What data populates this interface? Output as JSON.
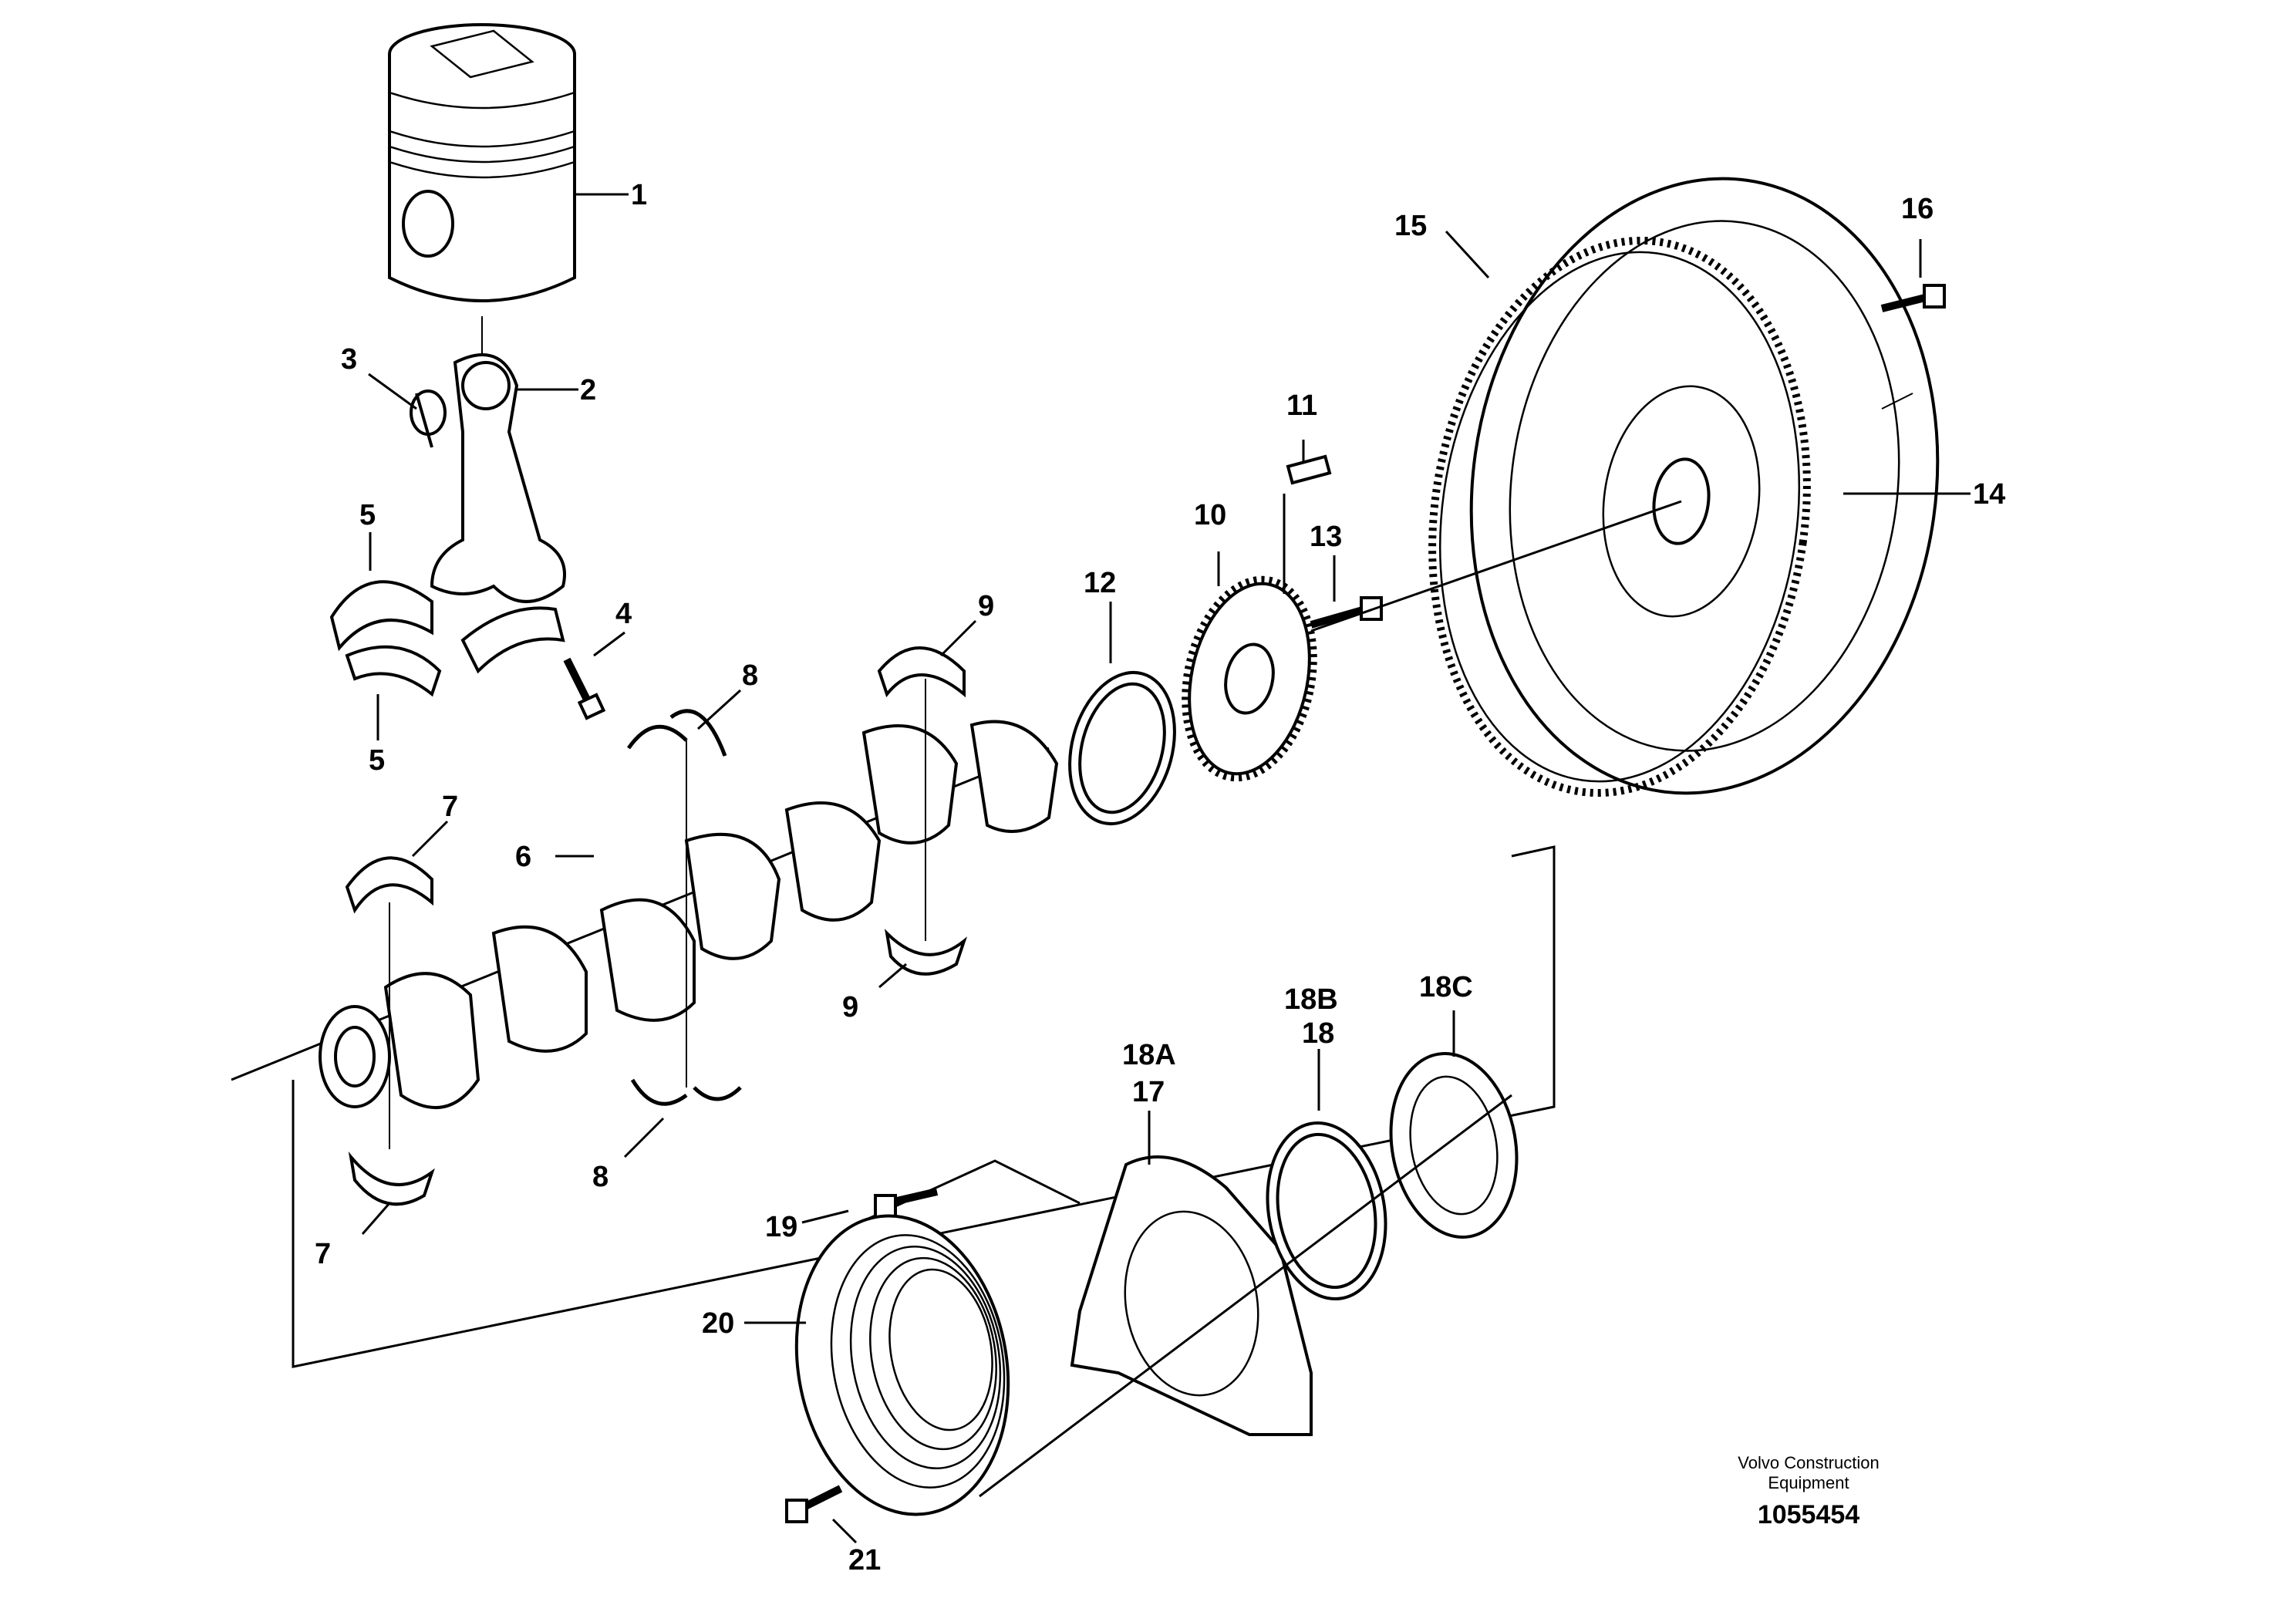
{
  "callouts": [
    "1",
    "2",
    "3",
    "4",
    "5",
    "5",
    "6",
    "7",
    "7",
    "8",
    "8",
    "9",
    "9",
    "10",
    "11",
    "12",
    "13",
    "14",
    "15",
    "16",
    "17",
    "18A",
    "18",
    "18B",
    "18C",
    "19",
    "20",
    "21"
  ],
  "brand_line1": "Volvo Construction",
  "brand_line2": "Equipment",
  "reference_number": "1055454"
}
